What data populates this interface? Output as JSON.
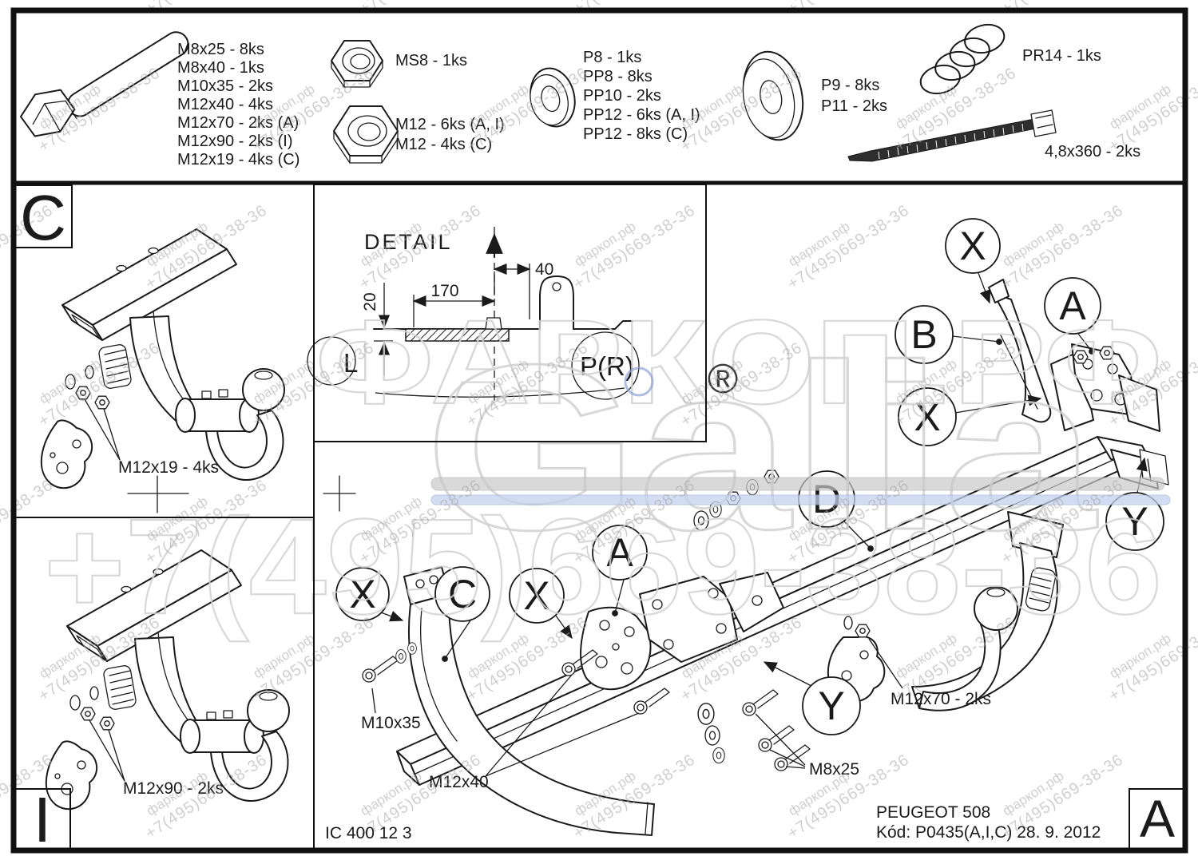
{
  "watermark": {
    "line1": "фаркоп.рф",
    "line2": "+7(495)669-38-36",
    "giant_phone": "+7(495)669-38-36",
    "giant_cyrillic": "ФАРКОП.РФ",
    "brand": "Galia",
    "registered_mark": "®",
    "accent_blue": "#b9c6ea",
    "ghost_gray": "#d2d2d2"
  },
  "parts_strip": {
    "bolt_lines": [
      "M8x25 - 8ks",
      "M8x40 - 1ks",
      "M10x35 - 2ks",
      "M12x40 - 4ks",
      "M12x70 - 2ks (A)",
      "M12x90 - 2ks (I)",
      "M12x19 - 4ks (C)"
    ],
    "nut_small_label": "MS8 - 1ks",
    "nut_large_labels": [
      "M12 - 6ks (A, I)",
      "M12 - 4ks (C)"
    ],
    "washer_small_labels": [
      "P8 - 1ks",
      "PP8 - 8ks",
      "PP10 - 2ks",
      "PP12 - 6ks (A, I)",
      "PP12 - 8ks (C)"
    ],
    "washer_large_labels": [
      "P9 - 8ks",
      "P11 - 2ks"
    ],
    "spring_label": "PR14 - 1ks",
    "cable_tie_label": "4,8x360 - 2ks"
  },
  "panels": {
    "top_left_letter": "C",
    "top_left_note": "M12x19 - 4ks",
    "bottom_left_letter": "I",
    "bottom_left_note": "M12x90 - 2ks"
  },
  "detail": {
    "title": "DETAIL",
    "dim_top": "40",
    "dim_mid": "170",
    "dim_side": "20",
    "left_label": "L",
    "right_label": "P(R)"
  },
  "main": {
    "callouts": [
      "X",
      "A",
      "B",
      "X",
      "Y",
      "D",
      "X",
      "C",
      "X",
      "A",
      "Y"
    ],
    "labels": {
      "bolt_a": "M10x35",
      "bolt_b": "M12x40",
      "bolt_c": "M8x25",
      "bolt_d": "M12x70 - 2ks"
    },
    "footer_left": "IC 400 12 3",
    "model": "PEUGEOT 508",
    "code_line": "Kód: P0435(A,I,C)  28. 9. 2012",
    "corner_letter": "A"
  }
}
